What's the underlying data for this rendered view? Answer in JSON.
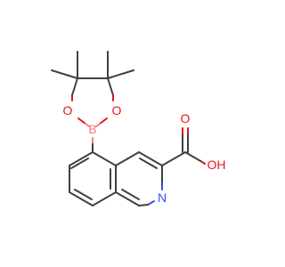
{
  "molecule": {
    "atoms": {
      "boron": "B",
      "oxygen_left": "O",
      "oxygen_right": "O",
      "nitrogen": "N",
      "hydroxyl": "OH",
      "carbonyl_oxygen": "O"
    },
    "colors": {
      "bond": "#404040",
      "oxygen": "#e8141a",
      "nitrogen": "#3050f8",
      "boron": "#f08080"
    }
  }
}
